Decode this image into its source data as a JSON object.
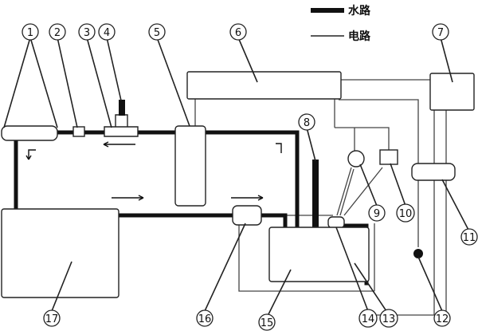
{
  "legend": {
    "water_line": "水路",
    "electric_line": "电路"
  },
  "callouts": [
    "1",
    "2",
    "3",
    "4",
    "5",
    "6",
    "7",
    "8",
    "9",
    "10",
    "11",
    "12",
    "13",
    "14",
    "15",
    "16",
    "17"
  ]
}
